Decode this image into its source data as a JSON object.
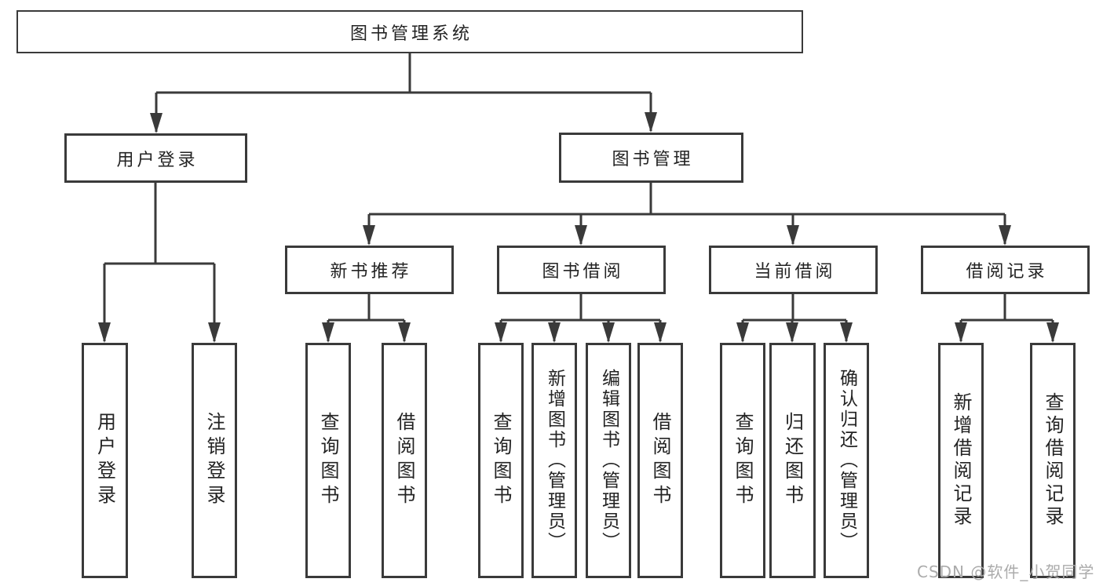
{
  "diagram_title": "图书管理系统",
  "tree": {
    "label": "图书管理系统",
    "children": [
      {
        "label": "用户登录",
        "children": [
          {
            "label": "用户登录"
          },
          {
            "label": "注销登录"
          }
        ]
      },
      {
        "label": "图书管理",
        "children": [
          {
            "label": "新书推荐",
            "children": [
              {
                "label": "查询图书"
              },
              {
                "label": "借阅图书"
              }
            ]
          },
          {
            "label": "图书借阅",
            "children": [
              {
                "label": "查询图书"
              },
              {
                "label": "新增图书（管理员）"
              },
              {
                "label": "编辑图书（管理员）"
              },
              {
                "label": "借阅图书"
              }
            ]
          },
          {
            "label": "当前借阅",
            "children": [
              {
                "label": "查询图书"
              },
              {
                "label": "归还图书"
              },
              {
                "label": "确认归还（管理员）"
              }
            ]
          },
          {
            "label": "借阅记录",
            "children": [
              {
                "label": "新增借阅记录"
              },
              {
                "label": "查询借阅记录"
              }
            ]
          }
        ]
      }
    ]
  },
  "watermark": {
    "text": "CSDN @软件_小贺同学"
  },
  "colors": {
    "line": "#3a3a3a",
    "text": "#232323",
    "background": "#ffffff",
    "watermark": "#ababab"
  }
}
